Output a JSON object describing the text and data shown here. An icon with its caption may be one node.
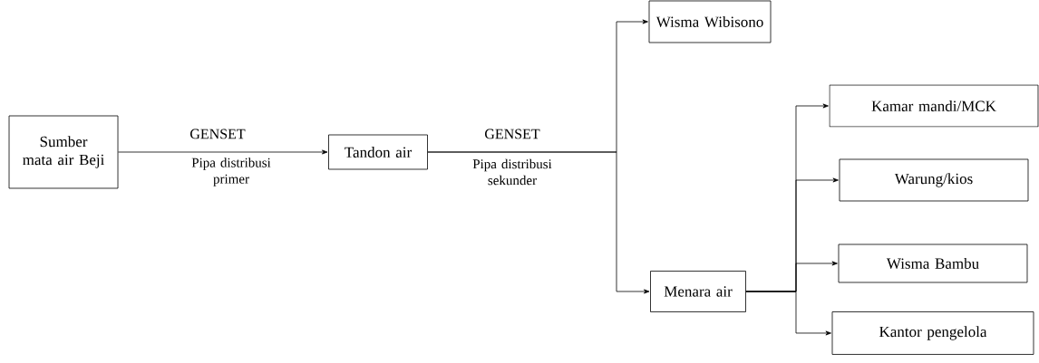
{
  "diagram": {
    "nodes": [
      {
        "text": [
          "Sumber mata air Beji"
        ]
      },
      {
        "text": [
          "Tandon air"
        ]
      },
      {
        "text": [
          "Wisma Wibisono"
        ]
      },
      {
        "text": [
          "Menara air"
        ]
      },
      {
        "text": [
          "Kamar mandi/MCK"
        ]
      },
      {
        "text": [
          "Warung/kios"
        ]
      },
      {
        "text": [
          "Wisma Bambu"
        ]
      },
      {
        "text": [
          "Kantor pengelola"
        ]
      }
    ],
    "edges": [
      {
        "from": 0,
        "to": 1,
        "arrow": "to"
      },
      {
        "from": 1,
        "to": 2,
        "arrow": "to"
      },
      {
        "from": 1,
        "to": 3,
        "arrow": "to"
      },
      {
        "from": 3,
        "to": 4,
        "arrow": "to"
      },
      {
        "from": 3,
        "to": 5,
        "arrow": "to"
      },
      {
        "from": 3,
        "to": 6,
        "arrow": "to"
      },
      {
        "from": 3,
        "to": 7,
        "arrow": "to"
      }
    ],
    "labels": [
      "GENSET",
      "Pipa distribusi primer",
      "GENSET",
      "Pipa distribusi sekunder"
    ]
  }
}
